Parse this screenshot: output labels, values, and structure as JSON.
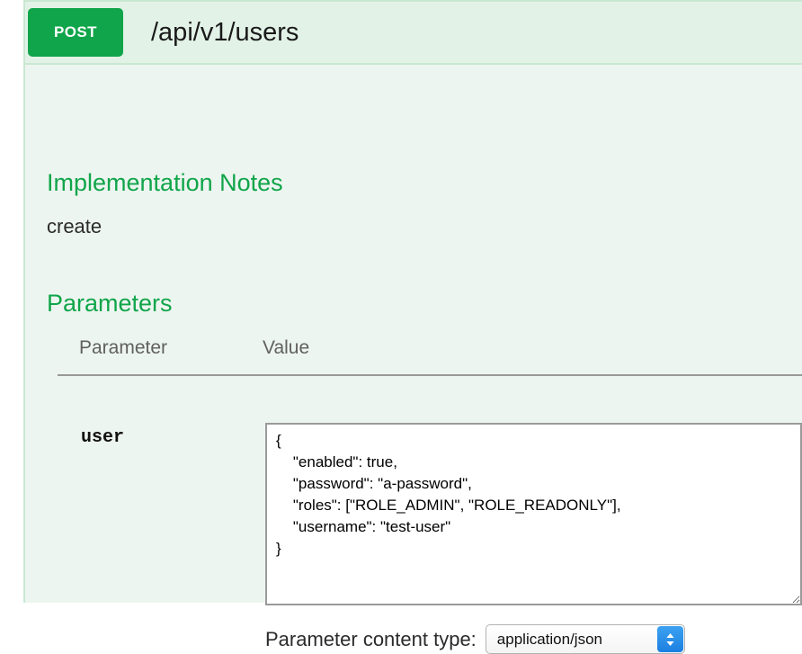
{
  "operation": {
    "http_method": "POST",
    "path": "/api/v1/users",
    "method_color": "#10a54a",
    "heading_bg": "#e3f2e7",
    "content_bg": "#edf5f0",
    "border_color": "#c9e8d2"
  },
  "implementation_notes": {
    "title": "Implementation Notes",
    "text": "create"
  },
  "parameters_section": {
    "title": "Parameters",
    "columns": {
      "parameter": "Parameter",
      "value": "Value"
    },
    "rows": [
      {
        "name": "user",
        "value": "{\n    \"enabled\": true,\n    \"password\": \"a-password\",\n    \"roles\": [\"ROLE_ADMIN\", \"ROLE_READONLY\"],\n    \"username\": \"test-user\"\n}",
        "placeholder": ""
      }
    ],
    "content_type": {
      "label": "Parameter content type:",
      "selected": "application/json",
      "options": [
        "application/json"
      ]
    }
  }
}
